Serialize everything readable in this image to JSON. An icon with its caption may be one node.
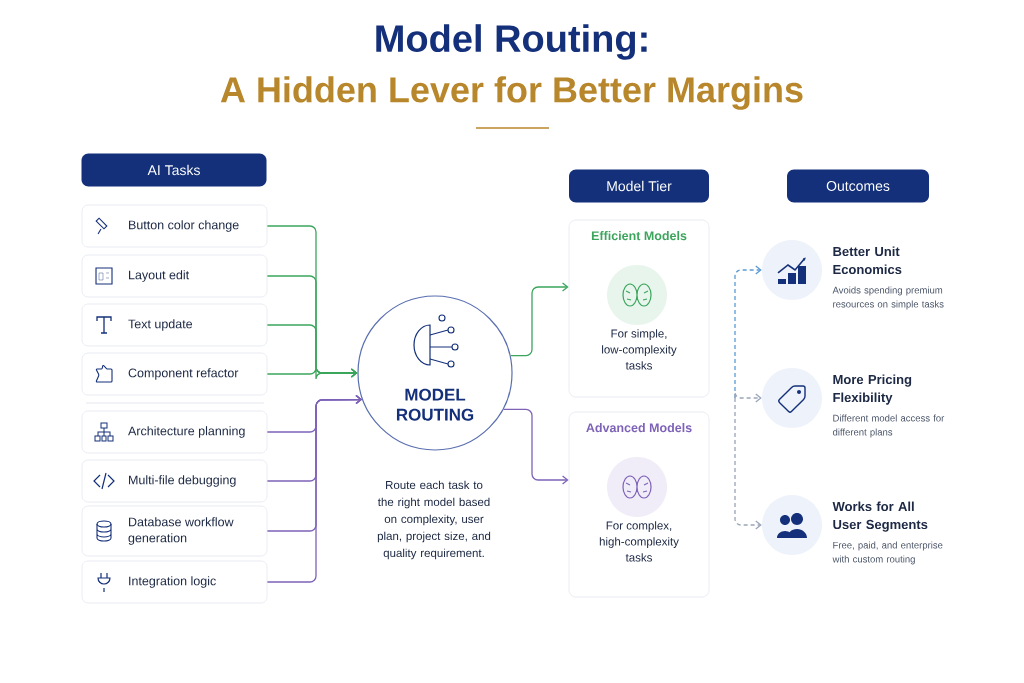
{
  "diagram": {
    "title": "Model Routing:",
    "nodes": [
      {
        "text": [
          "AI Tasks"
        ]
      },
      {
        "text": [
          "Button color change"
        ]
      },
      {
        "text": [
          "Layout edit"
        ]
      },
      {
        "text": [
          "Text update"
        ]
      },
      {
        "text": [
          "Component refactor"
        ]
      },
      {
        "text": [
          "Architecture planning"
        ]
      },
      {
        "text": [
          "Multi-file debugging"
        ]
      },
      {
        "text": [
          "Database workflow generation"
        ]
      },
      {
        "text": [
          "Integration logic"
        ]
      },
      {
        "text": [
          "MODEL ROUTING"
        ],
        "beside": [
          "Route each task to the right model based on complexity, user plan, project size, and quality requirement."
        ]
      },
      {
        "text": [
          "Model Tier"
        ]
      },
      {
        "text": [
          "Efficient Models",
          "For simple, low-complexity tasks"
        ]
      },
      {
        "text": [
          "Advanced Models",
          "For complex, high-complexity tasks"
        ]
      },
      {
        "text": [
          "Outcomes"
        ]
      },
      {
        "text": [],
        "shape": "circle",
        "beside": [
          "Better Unit Economics",
          "Avoids spending premium resources on simple tasks"
        ]
      },
      {
        "text": [],
        "shape": "circle",
        "beside": [
          "More Pricing Flexibility",
          "Different model access for different plans"
        ]
      },
      {
        "text": [],
        "shape": "circle",
        "beside": [
          "Works for All User Segments",
          "Free, paid, and enterprise with custom routing"
        ]
      }
    ],
    "edges": [
      {
        "from": 1,
        "to": 9,
        "arrow": "to",
        "color": "#3ba55c"
      },
      {
        "from": 2,
        "to": 9,
        "arrow": "to",
        "color": "#3ba55c"
      },
      {
        "from": 3,
        "to": 9,
        "arrow": "to",
        "color": "#3ba55c"
      },
      {
        "from": 4,
        "to": 9,
        "arrow": "to",
        "color": "#3ba55c"
      },
      {
        "from": 5,
        "to": 9,
        "arrow": "to",
        "color": "#7d62b8"
      },
      {
        "from": 6,
        "to": 9,
        "arrow": "to",
        "color": "#7d62b8"
      },
      {
        "from": 7,
        "to": 9,
        "arrow": "to",
        "color": "#7d62b8"
      },
      {
        "from": 8,
        "to": 9,
        "arrow": "to",
        "color": "#7d62b8"
      },
      {
        "from": 9,
        "to": 11,
        "arrow": "to",
        "color": "#3ba55c"
      },
      {
        "from": 9,
        "to": 12,
        "arrow": "to",
        "color": "#7d62b8"
      },
      {
        "from": null,
        "to": 14,
        "arrow": "to",
        "style": "dashed",
        "color": "#5b9bd5"
      },
      {
        "from": null,
        "to": 15,
        "arrow": "to",
        "style": "dashed",
        "color": "#9aa5b8"
      },
      {
        "from": null,
        "to": 16,
        "arrow": "to",
        "style": "dashed",
        "color": "#9aa5b8"
      }
    ],
    "labels": [
      "A Hidden Lever for Better Margins"
    ]
  }
}
